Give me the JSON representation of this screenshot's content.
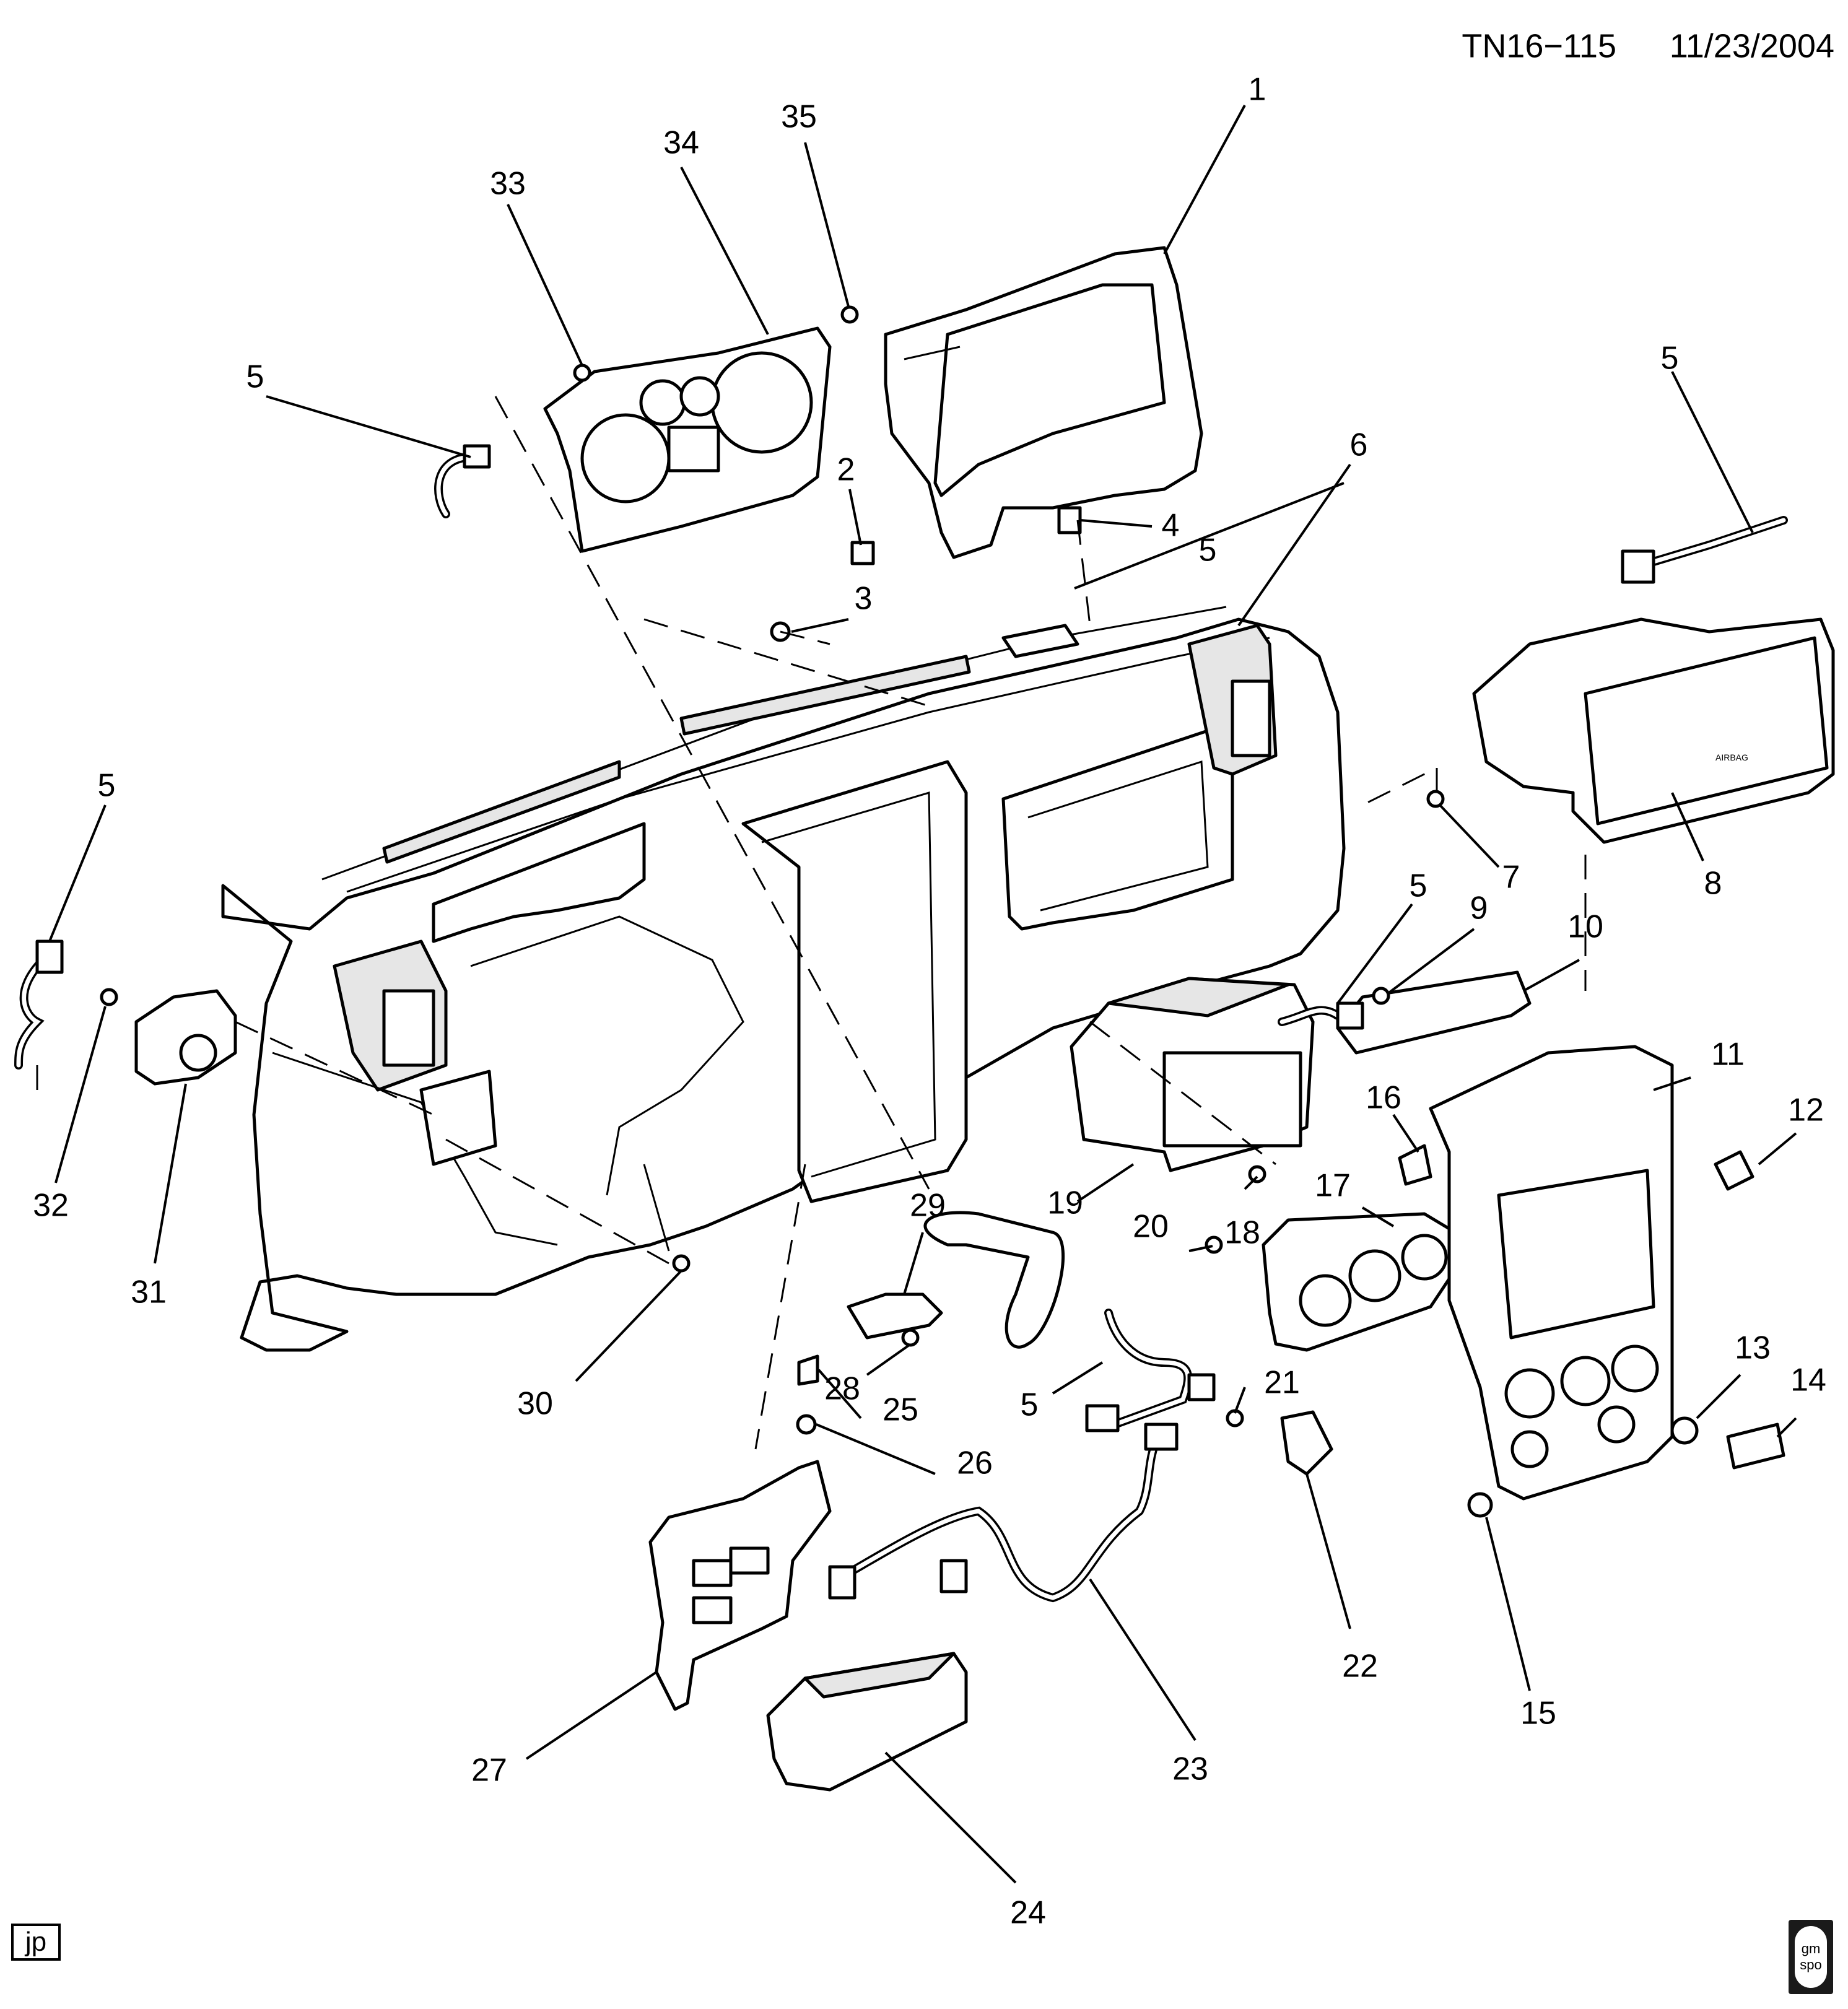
{
  "header": {
    "diagram_id": "TN16−115",
    "date": "11/23/2004"
  },
  "footer": {
    "initials": "jp",
    "logo_text_top": "gm",
    "logo_text_bottom": "spo"
  },
  "callouts": {
    "c1": "1",
    "c2": "2",
    "c3": "3",
    "c4": "4",
    "c5a": "5",
    "c5b": "5",
    "c5c": "5",
    "c5d": "5",
    "c5e": "5",
    "c5f": "5",
    "c6": "6",
    "c7": "7",
    "c8": "8",
    "c9": "9",
    "c10": "10",
    "c11": "11",
    "c12": "12",
    "c13": "13",
    "c14": "14",
    "c15": "15",
    "c16": "16",
    "c17": "17",
    "c18": "18",
    "c19": "19",
    "c20": "20",
    "c21": "21",
    "c22": "22",
    "c23": "23",
    "c24": "24",
    "c25": "25",
    "c26": "26",
    "c27": "27",
    "c28": "28",
    "c29": "29",
    "c30": "30",
    "c31": "31",
    "c32": "32",
    "c33": "33",
    "c34": "34",
    "c35": "35"
  },
  "labels": {
    "airbag": "AIRBAG"
  }
}
